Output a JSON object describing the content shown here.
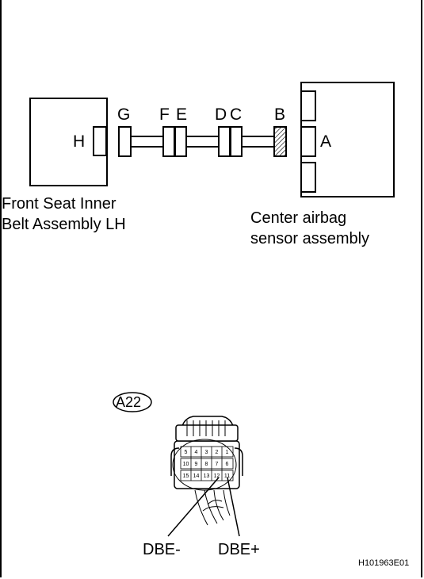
{
  "connectors": {
    "g": "G",
    "f": "F",
    "e": "E",
    "d": "D",
    "c": "C",
    "b": "B",
    "h": "H",
    "a": "A"
  },
  "components": {
    "front_seat_belt": [
      "Front Seat Inner",
      "Belt Assembly LH"
    ],
    "center_airbag": [
      "Center airbag",
      "sensor assembly"
    ]
  },
  "connector_view": {
    "code": "A22",
    "pins_row1": [
      "5",
      "4",
      "3",
      "2",
      "1"
    ],
    "pins_row2": [
      "10",
      "9",
      "8",
      "7",
      "6"
    ],
    "pins_row3": [
      "15",
      "14",
      "13",
      "12",
      "11"
    ],
    "terminal_left": "DBE-",
    "terminal_right": "DBE+"
  },
  "figure_id": "H101963E01"
}
